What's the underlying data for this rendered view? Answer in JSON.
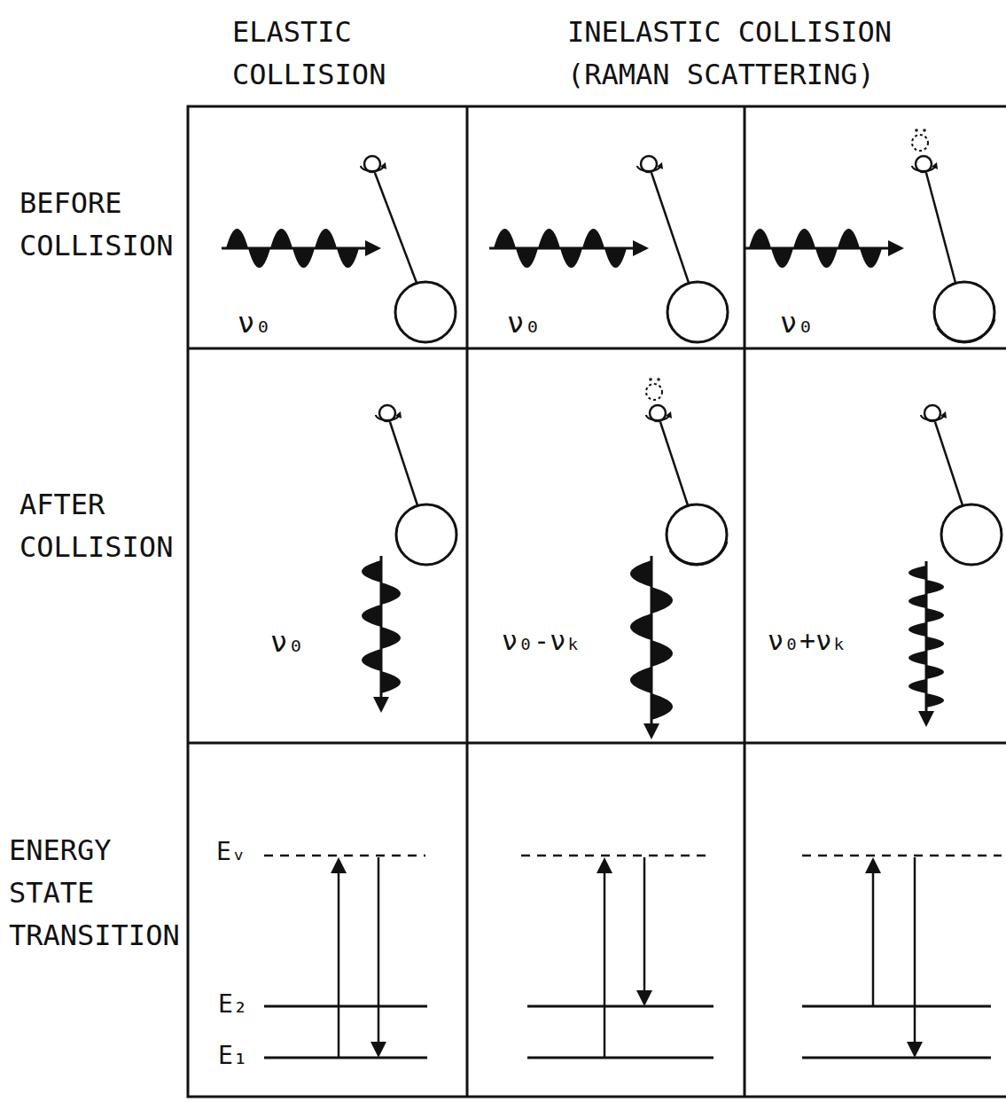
{
  "diagram": {
    "labels": [
      "ELASTIC COLLISION",
      "INELASTIC COLLISION (RAMAN SCATTERING)",
      "BEFORE COLLISION",
      "AFTER COLLISION",
      "ENERGY STATE TRANSITION",
      "ν₀",
      "ν₀",
      "ν₀",
      "ν₀",
      "ν₀-νₖ",
      "ν₀+νₖ",
      "Eᵥ",
      "E₂",
      "E₁"
    ]
  }
}
